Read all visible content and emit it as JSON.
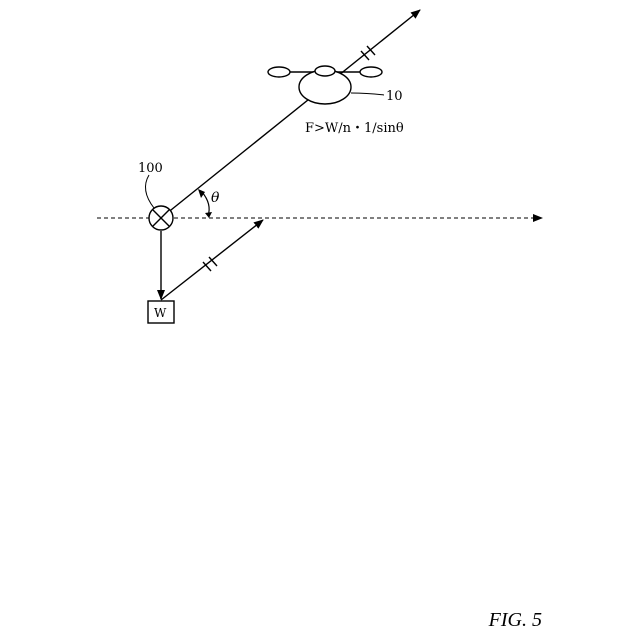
{
  "diagram": {
    "labels": {
      "drone_ref": "10",
      "node_ref": "100",
      "angle": "θ",
      "weight": "W",
      "formula": "F>W/n・1/sinθ"
    },
    "caption": "FIG. 5"
  }
}
